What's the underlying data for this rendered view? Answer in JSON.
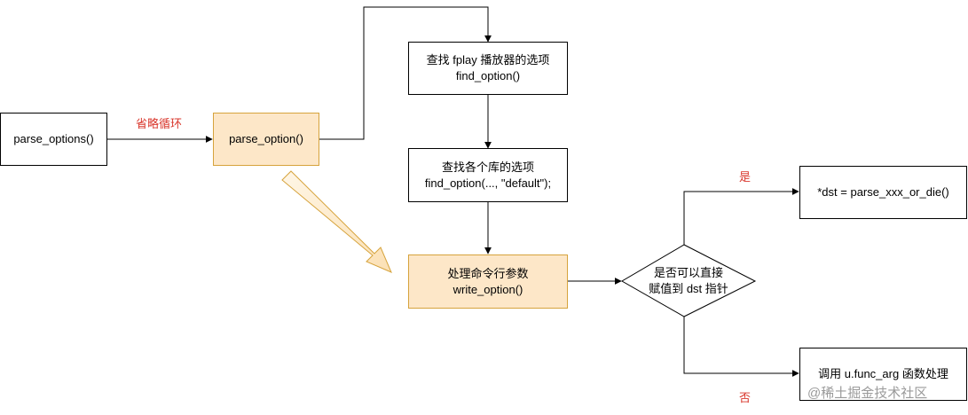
{
  "nodes": {
    "parse_options": {
      "text": "parse_options()"
    },
    "parse_option": {
      "text": "parse_option()"
    },
    "find_fplay": {
      "line1": "查找 fplay 播放器的选项",
      "line2": "find_option()"
    },
    "find_lib": {
      "line1": "查找各个库的选项",
      "line2": "find_option(..., \"default\");"
    },
    "write_opt": {
      "line1": "处理命令行参数",
      "line2": "write_option()"
    },
    "decision": {
      "line1": "是否可以直接",
      "line2": "赋值到 dst 指针"
    },
    "dst_assign": {
      "text": "*dst = parse_xxx_or_die()"
    },
    "func_arg": {
      "text": "调用 u.func_arg 函数处理"
    }
  },
  "edge_labels": {
    "loop": "省略循环",
    "yes": "是",
    "no": "否"
  },
  "watermark": "@稀土掘金技术社区",
  "colors": {
    "highlight_fill": "#fde7c8",
    "highlight_border": "#d6a33c",
    "label_red": "#d9372c",
    "watermark_gray": "#9a9a9a"
  }
}
